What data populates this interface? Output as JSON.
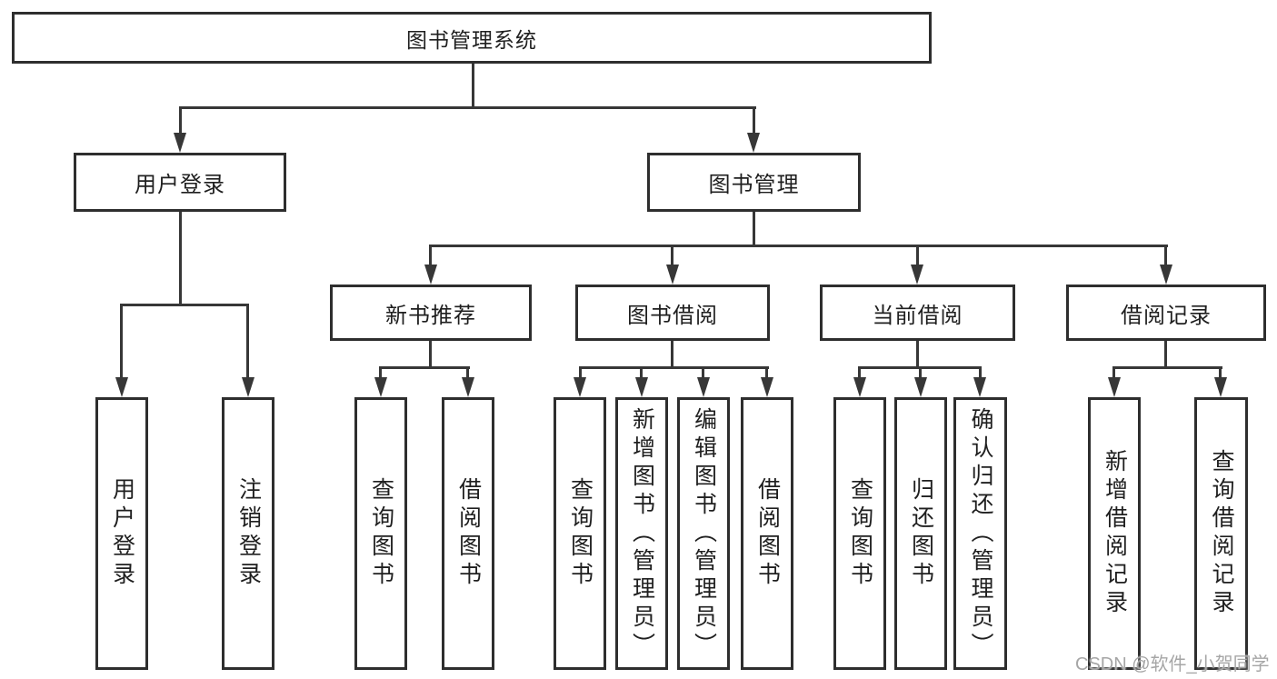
{
  "colors": {
    "background": "#ffffff",
    "box_border": "#2e2e2e",
    "connector_line": "#373737",
    "text": "#1f1f1f",
    "watermark": "#a6a6a6"
  },
  "tree": {
    "root": {
      "label": "图书管理系统"
    },
    "branches": [
      {
        "label": "用户登录",
        "children": [
          {
            "label": "用户登录"
          },
          {
            "label": "注销登录"
          }
        ]
      },
      {
        "label": "图书管理",
        "children": [
          {
            "label": "新书推荐",
            "children": [
              {
                "label": "查询图书"
              },
              {
                "label": "借阅图书"
              }
            ]
          },
          {
            "label": "图书借阅",
            "children": [
              {
                "label": "查询图书"
              },
              {
                "label": "新增图书（管理员）"
              },
              {
                "label": "编辑图书（管理员）"
              },
              {
                "label": "借阅图书"
              }
            ]
          },
          {
            "label": "当前借阅",
            "children": [
              {
                "label": "查询图书"
              },
              {
                "label": "归还图书"
              },
              {
                "label": "确认归还（管理员）"
              }
            ]
          },
          {
            "label": "借阅记录",
            "children": [
              {
                "label": "新增借阅记录"
              },
              {
                "label": "查询借阅记录"
              }
            ]
          }
        ]
      }
    ]
  },
  "watermark": {
    "text": "CSDN @软件_小贺同学"
  }
}
